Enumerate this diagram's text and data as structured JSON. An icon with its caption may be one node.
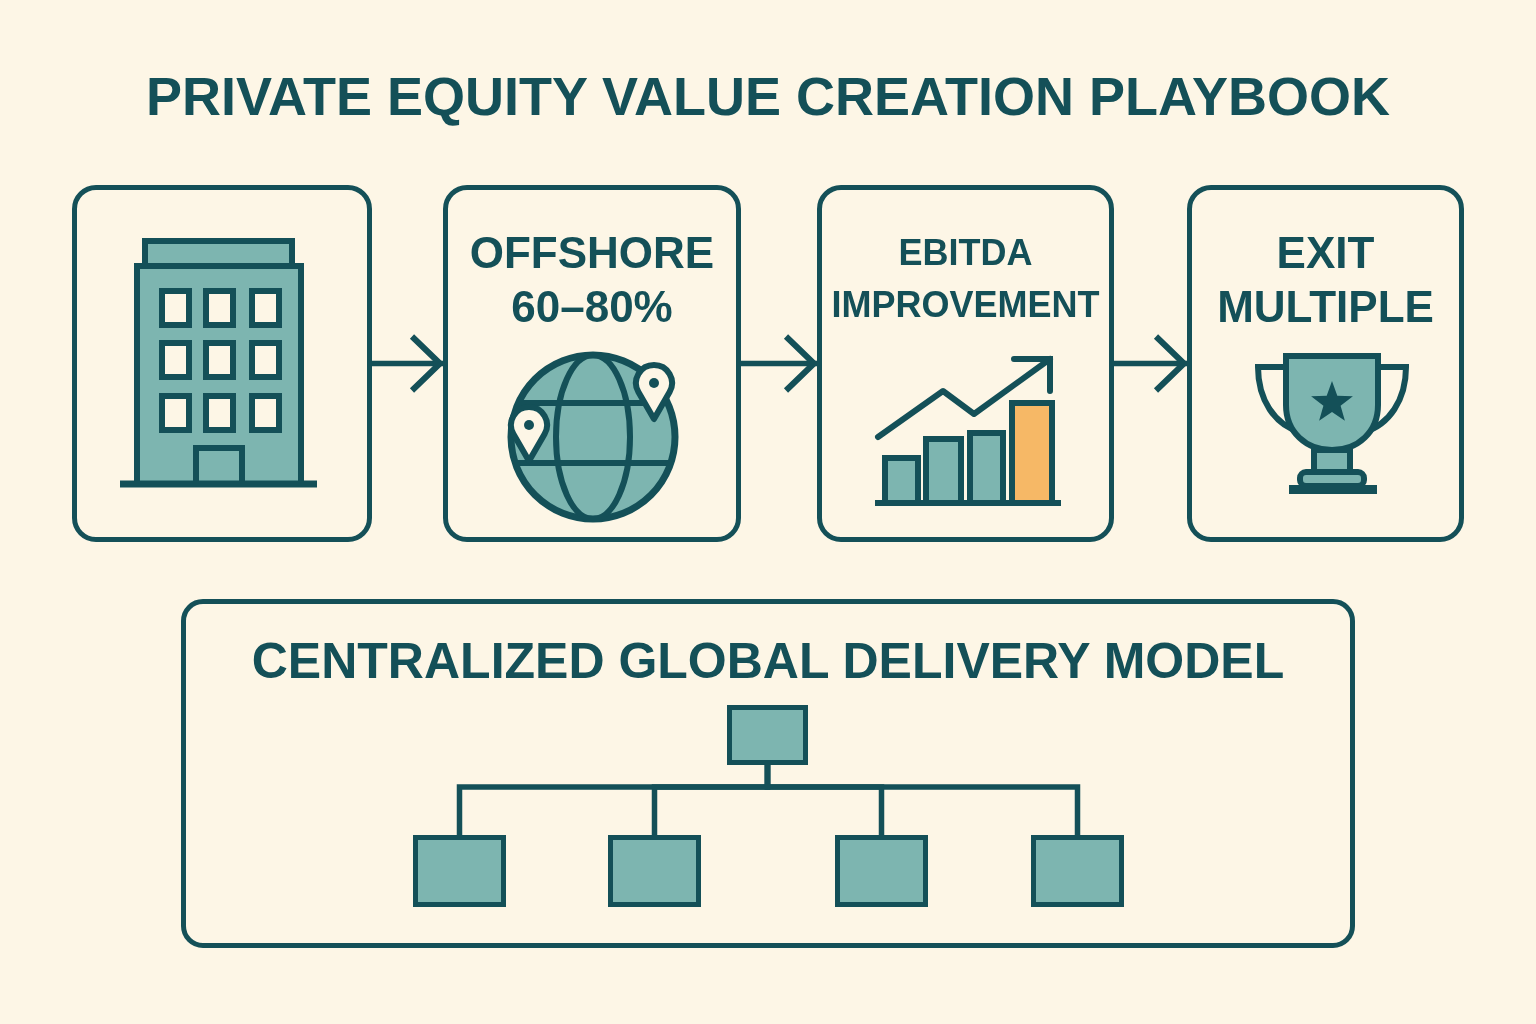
{
  "diagram": {
    "title": "PRIVATE EQUITY VALUE CREATION PLAYBOOK",
    "nodes": [
      {
        "text": [],
        "shape": "box"
      },
      {
        "text": [
          "OFFSHORE 60–80%"
        ]
      },
      {
        "text": [
          "EBITDA IMPROVEMENT"
        ]
      },
      {
        "text": [
          "EXIT MULTIPLE"
        ]
      },
      {
        "text": [
          "CENTRALIZED GLOBAL DELIVERY MODEL"
        ]
      },
      {
        "text": [],
        "shape": "box",
        "in": 4
      },
      {
        "text": [],
        "shape": "box",
        "in": 4
      },
      {
        "text": [],
        "shape": "box",
        "in": 4
      },
      {
        "text": [],
        "shape": "box",
        "in": 4
      },
      {
        "text": [],
        "shape": "box",
        "in": 4
      }
    ],
    "edges": [
      {
        "from": 0,
        "to": 1,
        "arrow": "to"
      },
      {
        "from": 1,
        "to": 2,
        "arrow": "to"
      },
      {
        "from": 2,
        "to": 3,
        "arrow": "to"
      },
      {
        "from": 5,
        "to": 6,
        "arrow": "none"
      },
      {
        "from": 5,
        "to": 7,
        "arrow": "none"
      },
      {
        "from": 5,
        "to": 8,
        "arrow": "none"
      },
      {
        "from": 5,
        "to": 9,
        "arrow": "none"
      }
    ]
  }
}
